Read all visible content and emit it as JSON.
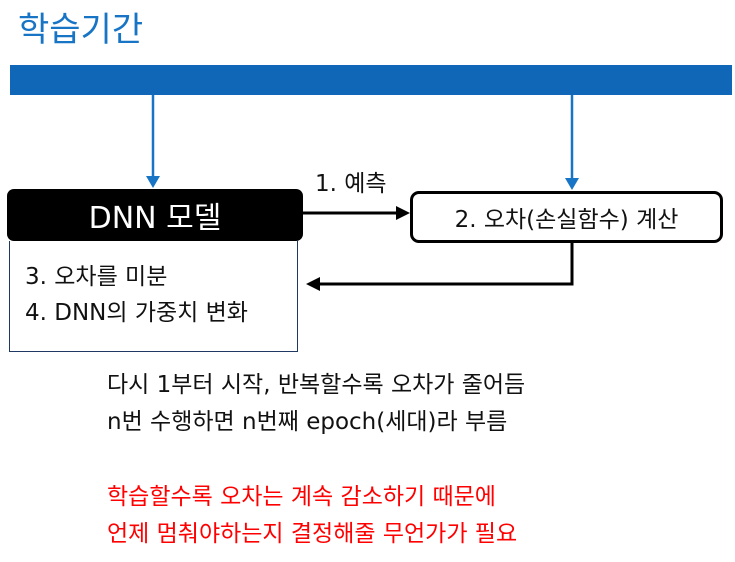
{
  "title": "학습기간",
  "model_box": {
    "label": "DNN 모델"
  },
  "model_steps": [
    "3. 오차를 미분",
    "4. DNN의 가중치 변화"
  ],
  "error_box": {
    "label": "2. 오차(손실함수) 계산"
  },
  "predict_label": "1. 예측",
  "note_lines": [
    "다시 1부터 시작, 반복할수록 오차가 줄어듬",
    "n번 수행하면 n번째 epoch(세대)라 부름"
  ],
  "warning_lines": [
    "학습할수록 오차는 계속 감소하기 때문에",
    "언제 멈춰야하는지 결정해줄 무언가가 필요"
  ],
  "colors": {
    "title": "#1874c4",
    "bar": "#1167b7",
    "arrow_blue": "#1874c4",
    "warning": "#ff0000"
  }
}
